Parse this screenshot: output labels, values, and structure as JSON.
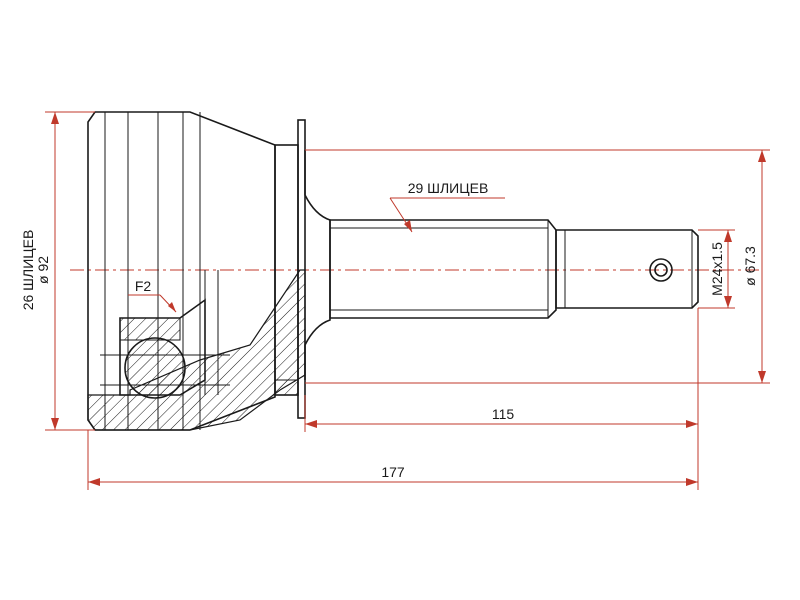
{
  "labels": {
    "inner_splines": "26 ШЛИЦЕВ",
    "outer_diameter": "ø 92",
    "outer_splines": "29 ШЛИЦЕВ",
    "thread": "M24x1.5",
    "stem_diameter": "ø 67.3",
    "detail": "F2",
    "length_stem": "115",
    "length_total": "177"
  },
  "colors": {
    "outline": "#1a1a1a",
    "dimension": "#c0392b",
    "hatch": "#1a1a1a"
  }
}
